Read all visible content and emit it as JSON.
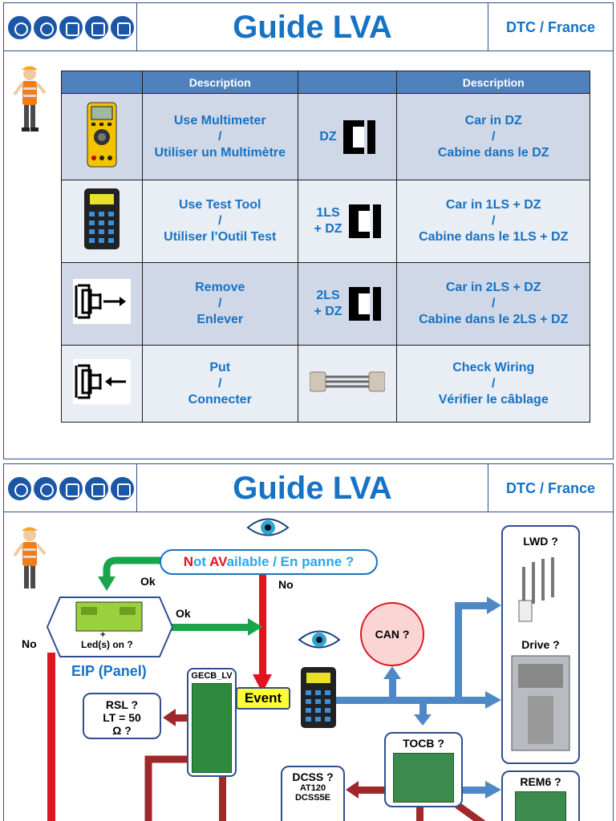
{
  "header": {
    "title": "Guide LVA",
    "org": "DTC / France"
  },
  "legend": {
    "col_headers": [
      "Description",
      "Description"
    ],
    "rows": [
      {
        "icon": "multimeter-icon",
        "line1": "Use Multimeter",
        "sep": "/",
        "line2": "Utiliser un Multimètre",
        "code1": "DZ",
        "code2": "",
        "r1": "Car in DZ",
        "r2": "Cabine dans le DZ"
      },
      {
        "icon": "test-tool-icon",
        "line1": "Use Test Tool",
        "sep": "/",
        "line2": "Utiliser l’Outil Test",
        "code1": "1LS",
        "code2": "+ DZ",
        "r1": "Car in 1LS + DZ",
        "r2": "Cabine dans le 1LS + DZ"
      },
      {
        "icon": "remove-connector-icon",
        "line1": "Remove",
        "sep": "/",
        "line2": "Enlever",
        "code1": "2LS",
        "code2": "+ DZ",
        "r1": "Car in 2LS + DZ",
        "r2": "Cabine dans le 2LS + DZ"
      },
      {
        "icon": "put-connector-icon",
        "line1": "Put",
        "sep": "/",
        "line2": "Connecter",
        "code1": "",
        "code2": "",
        "r1": "Check Wiring",
        "r2": "Vérifier le câblage"
      }
    ]
  },
  "flow": {
    "question_n": "N",
    "question_ot": "ot ",
    "question_av": "AV",
    "question_rest": "ailable / En panne ?",
    "ok1": "Ok",
    "ok2": "Ok",
    "no1": "No",
    "no2": "No",
    "led_plus": "+",
    "led_text": "Led(s) on ?",
    "eip": "EIP (Panel)",
    "gecb": "GECB_LV",
    "event": "Event",
    "rsl1": "RSL ?",
    "rsl2": "LT = 50",
    "rsl3": "Ω ?",
    "can": "CAN ?",
    "tocb": "TOCB ?",
    "dcss": "DCSS ?",
    "dcss2": "AT120",
    "dcss3": "DCSS5E",
    "lwd": "LWD ?",
    "drive": "Drive ?",
    "rem6": "REM6 ?"
  }
}
